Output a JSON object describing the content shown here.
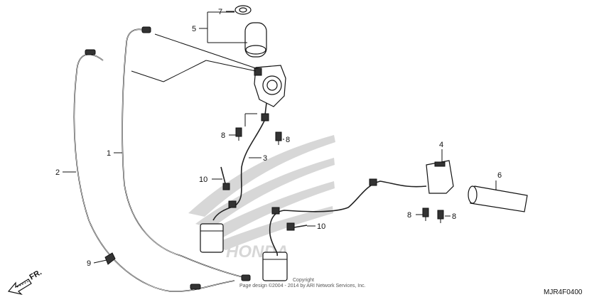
{
  "callouts": [
    {
      "id": "c1",
      "text": "1"
    },
    {
      "id": "c2",
      "text": "2"
    },
    {
      "id": "c3",
      "text": "3"
    },
    {
      "id": "c4",
      "text": "4"
    },
    {
      "id": "c5",
      "text": "5"
    },
    {
      "id": "c6",
      "text": "6"
    },
    {
      "id": "c7",
      "text": "7"
    },
    {
      "id": "c8a",
      "text": "8"
    },
    {
      "id": "c8b",
      "text": "8"
    },
    {
      "id": "c8c",
      "text": "8"
    },
    {
      "id": "c8d",
      "text": "8"
    },
    {
      "id": "c9",
      "text": "9"
    },
    {
      "id": "c10a",
      "text": "10"
    },
    {
      "id": "c10b",
      "text": "10"
    }
  ],
  "direction_label": "FR.",
  "copyright": {
    "line1": "Copyright",
    "line2": "Page design ©2004 - 2014 by ARI Network Services, Inc."
  },
  "diagram_code": "MJR4F0400",
  "watermark_text": "HONDA"
}
